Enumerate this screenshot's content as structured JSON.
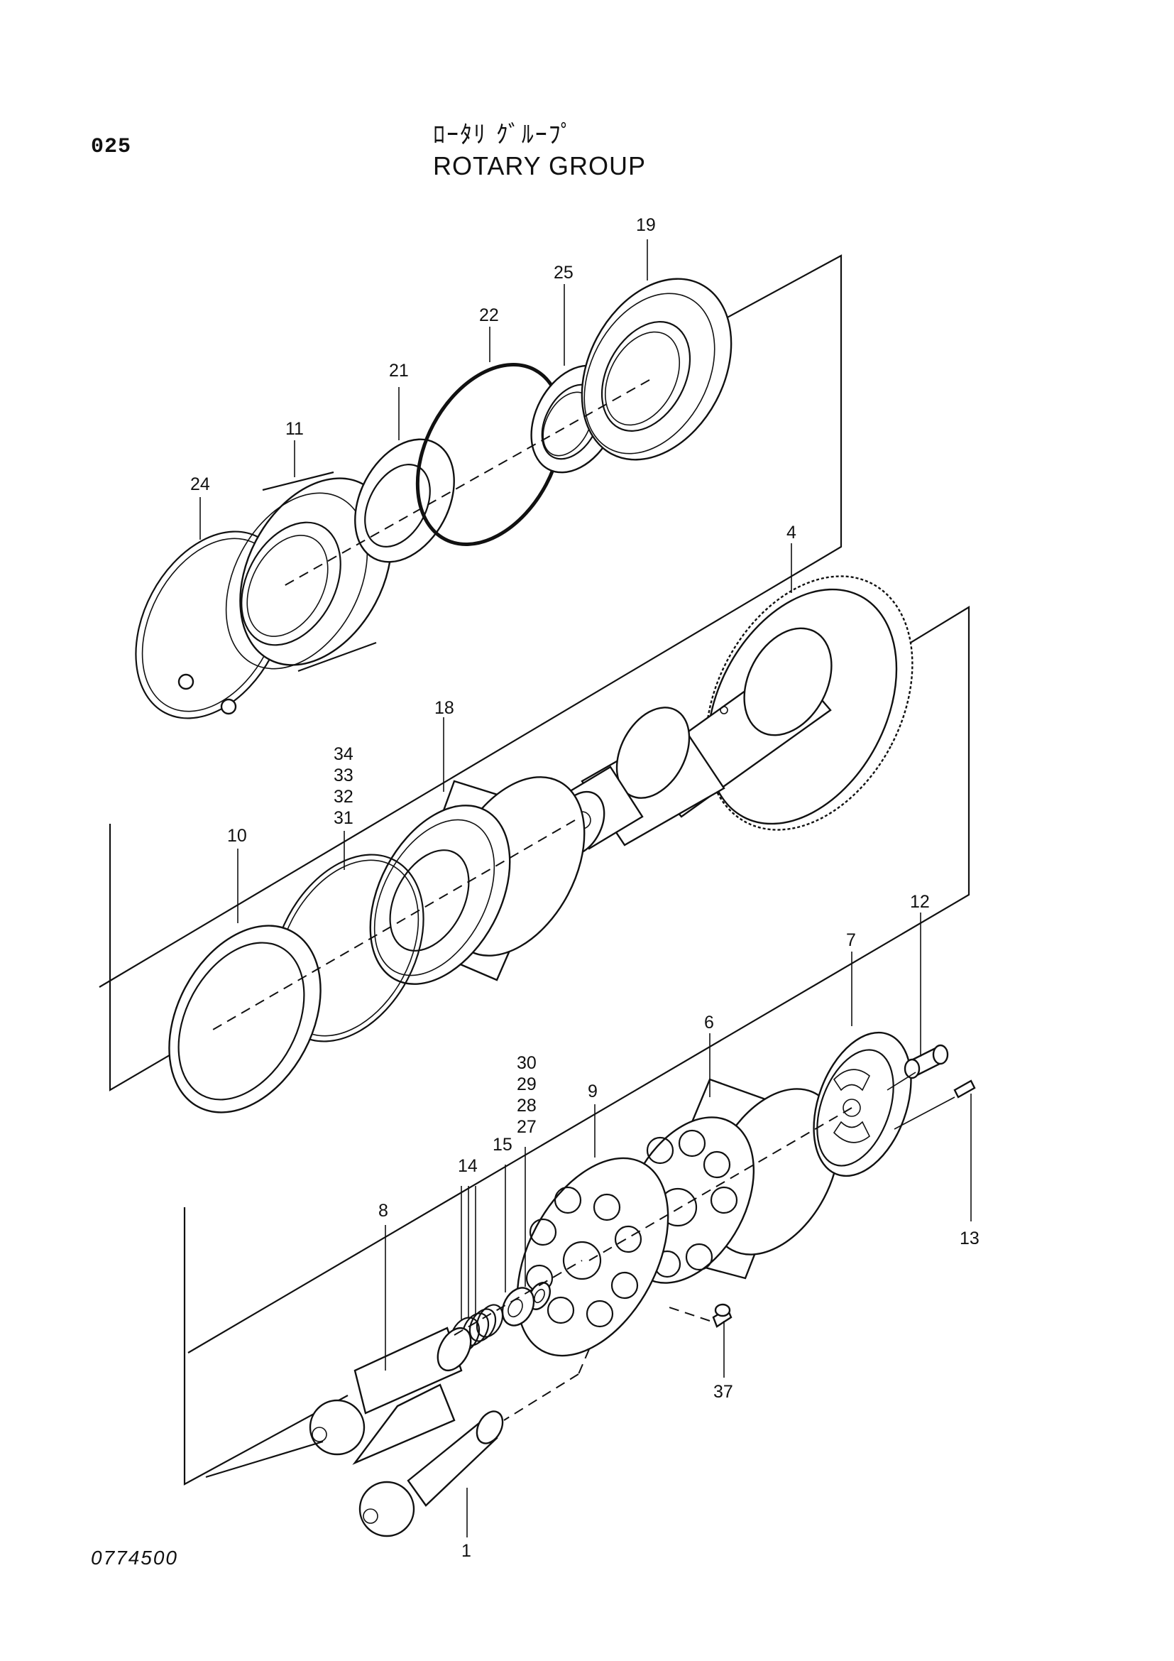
{
  "header": {
    "page_number": "025",
    "title_jp": "ﾛｰﾀﾘ ｸﾞﾙｰﾌﾟ",
    "title_en": "ROTARY GROUP"
  },
  "footer": {
    "doc_code": "0774500"
  },
  "callouts": {
    "p1": "1",
    "p4": "4",
    "p6": "6",
    "p7": "7",
    "p8": "8",
    "p9": "9",
    "p10": "10",
    "p11": "11",
    "p12": "12",
    "p13": "13",
    "p14": "14",
    "p15": "15",
    "p18": "18",
    "p19": "19",
    "p21": "21",
    "p22": "22",
    "p24": "24",
    "p25": "25",
    "p27": "27",
    "p28": "28",
    "p29": "29",
    "p30": "30",
    "p31": "31",
    "p32": "32",
    "p33": "33",
    "p34": "34",
    "p37": "37"
  }
}
